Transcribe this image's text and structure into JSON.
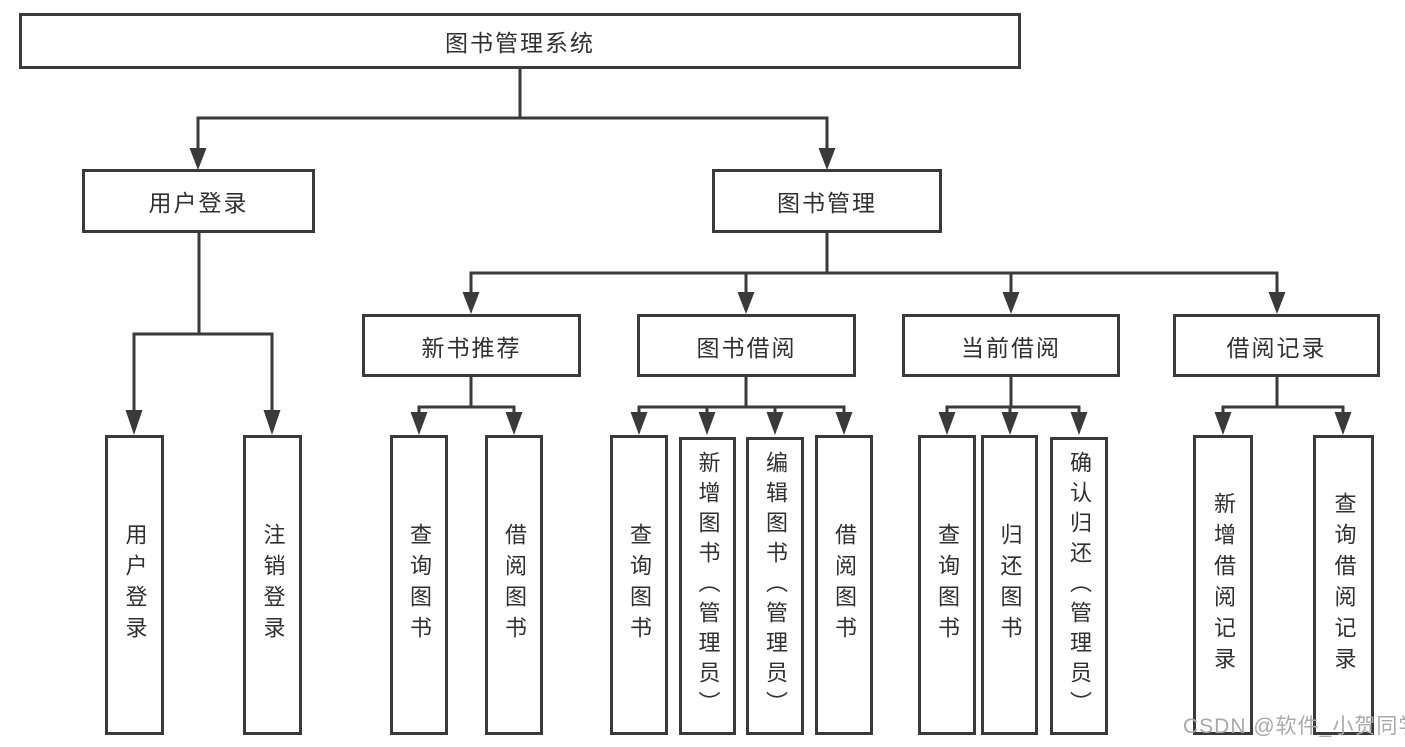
{
  "colors": {
    "line": "#3a3a3a",
    "box_border": "#3a3a3a",
    "text": "#303030",
    "background": "#ffffff",
    "watermark": "#a9a9a9"
  },
  "watermark": {
    "text": "CSDN @软件_小贺同学"
  },
  "diagram": {
    "root": "图书管理系统",
    "l2": {
      "login": "用户登录",
      "mgmt": "图书管理"
    },
    "l3": {
      "newbook": "新书推荐",
      "borrow": "图书借阅",
      "current": "当前借阅",
      "records": "借阅记录"
    },
    "leaves": {
      "login_user": "用户登录",
      "login_logout": "注销登录",
      "newbook_query": "查询图书",
      "newbook_borrow": "借阅图书",
      "borrow_query": "查询图书",
      "borrow_add": "新增图书（管理员）",
      "borrow_edit": "编辑图书（管理员）",
      "borrow_lend": "借阅图书",
      "current_query": "查询图书",
      "current_return": "归还图书",
      "current_confirm": "确认归还（管理员）",
      "records_add": "新增借阅记录",
      "records_query": "查询借阅记录"
    }
  }
}
